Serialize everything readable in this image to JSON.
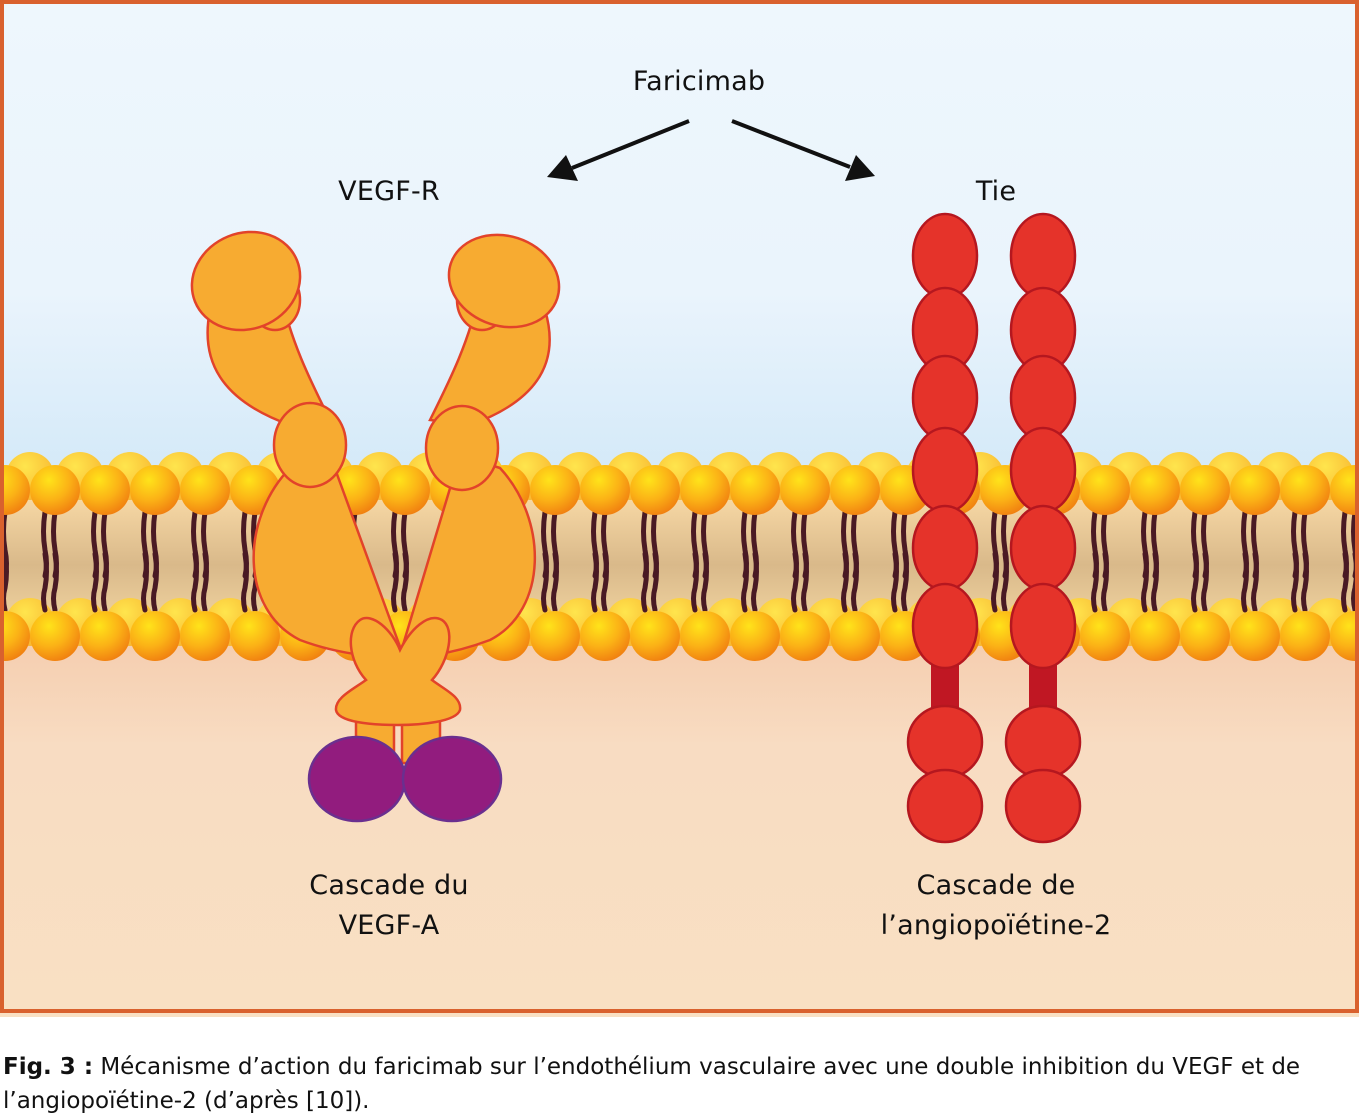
{
  "diagram": {
    "drug_label": "Faricimab",
    "targets": [
      {
        "id": "vegf-r",
        "label": "VEGF-R"
      },
      {
        "id": "tie",
        "label": "Tie"
      }
    ],
    "cascades": [
      {
        "id": "vegf-a",
        "lines": [
          "Cascade du",
          "VEGF-A"
        ]
      },
      {
        "id": "ang2",
        "lines": [
          "Cascade de",
          "l’angiopoïétine-2"
        ]
      }
    ],
    "colors": {
      "frame": "#d9612e",
      "extracellular_top": "#eef7fd",
      "extracellular_bottom": "#cfe7f7",
      "intracellular": "#f9e0c3",
      "vegfr_fill": "#f7ab31",
      "vegfr_stroke": "#e2432a",
      "kinase_fill": "#921c7e",
      "kinase_stroke": "#6a2f8f",
      "tie_fill": "#e5332a",
      "tie_stroke": "#b5171f",
      "tie_stalk": "#c01723",
      "lipid_head": "#f9a51a",
      "lipid_tail": "#4a1a24",
      "arrow": "#111111"
    }
  },
  "caption": {
    "label": "Fig. 3 :",
    "text": "Mécanisme d’action du faricimab sur l’endothélium vasculaire avec une double inhibition du VEGF et de l’angiopoïétine-2 (d’après [10])."
  }
}
